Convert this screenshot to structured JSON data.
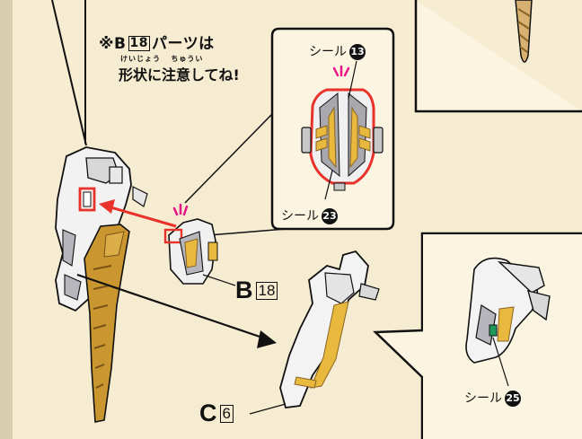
{
  "note": {
    "mark": "※",
    "part_letter": "B",
    "part_number": "18",
    "line1_suffix": "パーツは",
    "furigana": "けいじょう   ちゅうい",
    "line2": "形状に注意してね!"
  },
  "parts": [
    {
      "letter": "B",
      "number": "18"
    },
    {
      "letter": "C",
      "number": "6"
    }
  ],
  "seals": [
    {
      "label": "シール",
      "number": "13"
    },
    {
      "label": "シール",
      "number": "23"
    },
    {
      "label": "シール",
      "number": "25"
    }
  ],
  "colors": {
    "background": "#f6ecd2",
    "gold": "#c9962f",
    "highlight_red": "#e8322a",
    "magenta_marks": "#e6168a",
    "seal_green": "#1f9a5c"
  }
}
